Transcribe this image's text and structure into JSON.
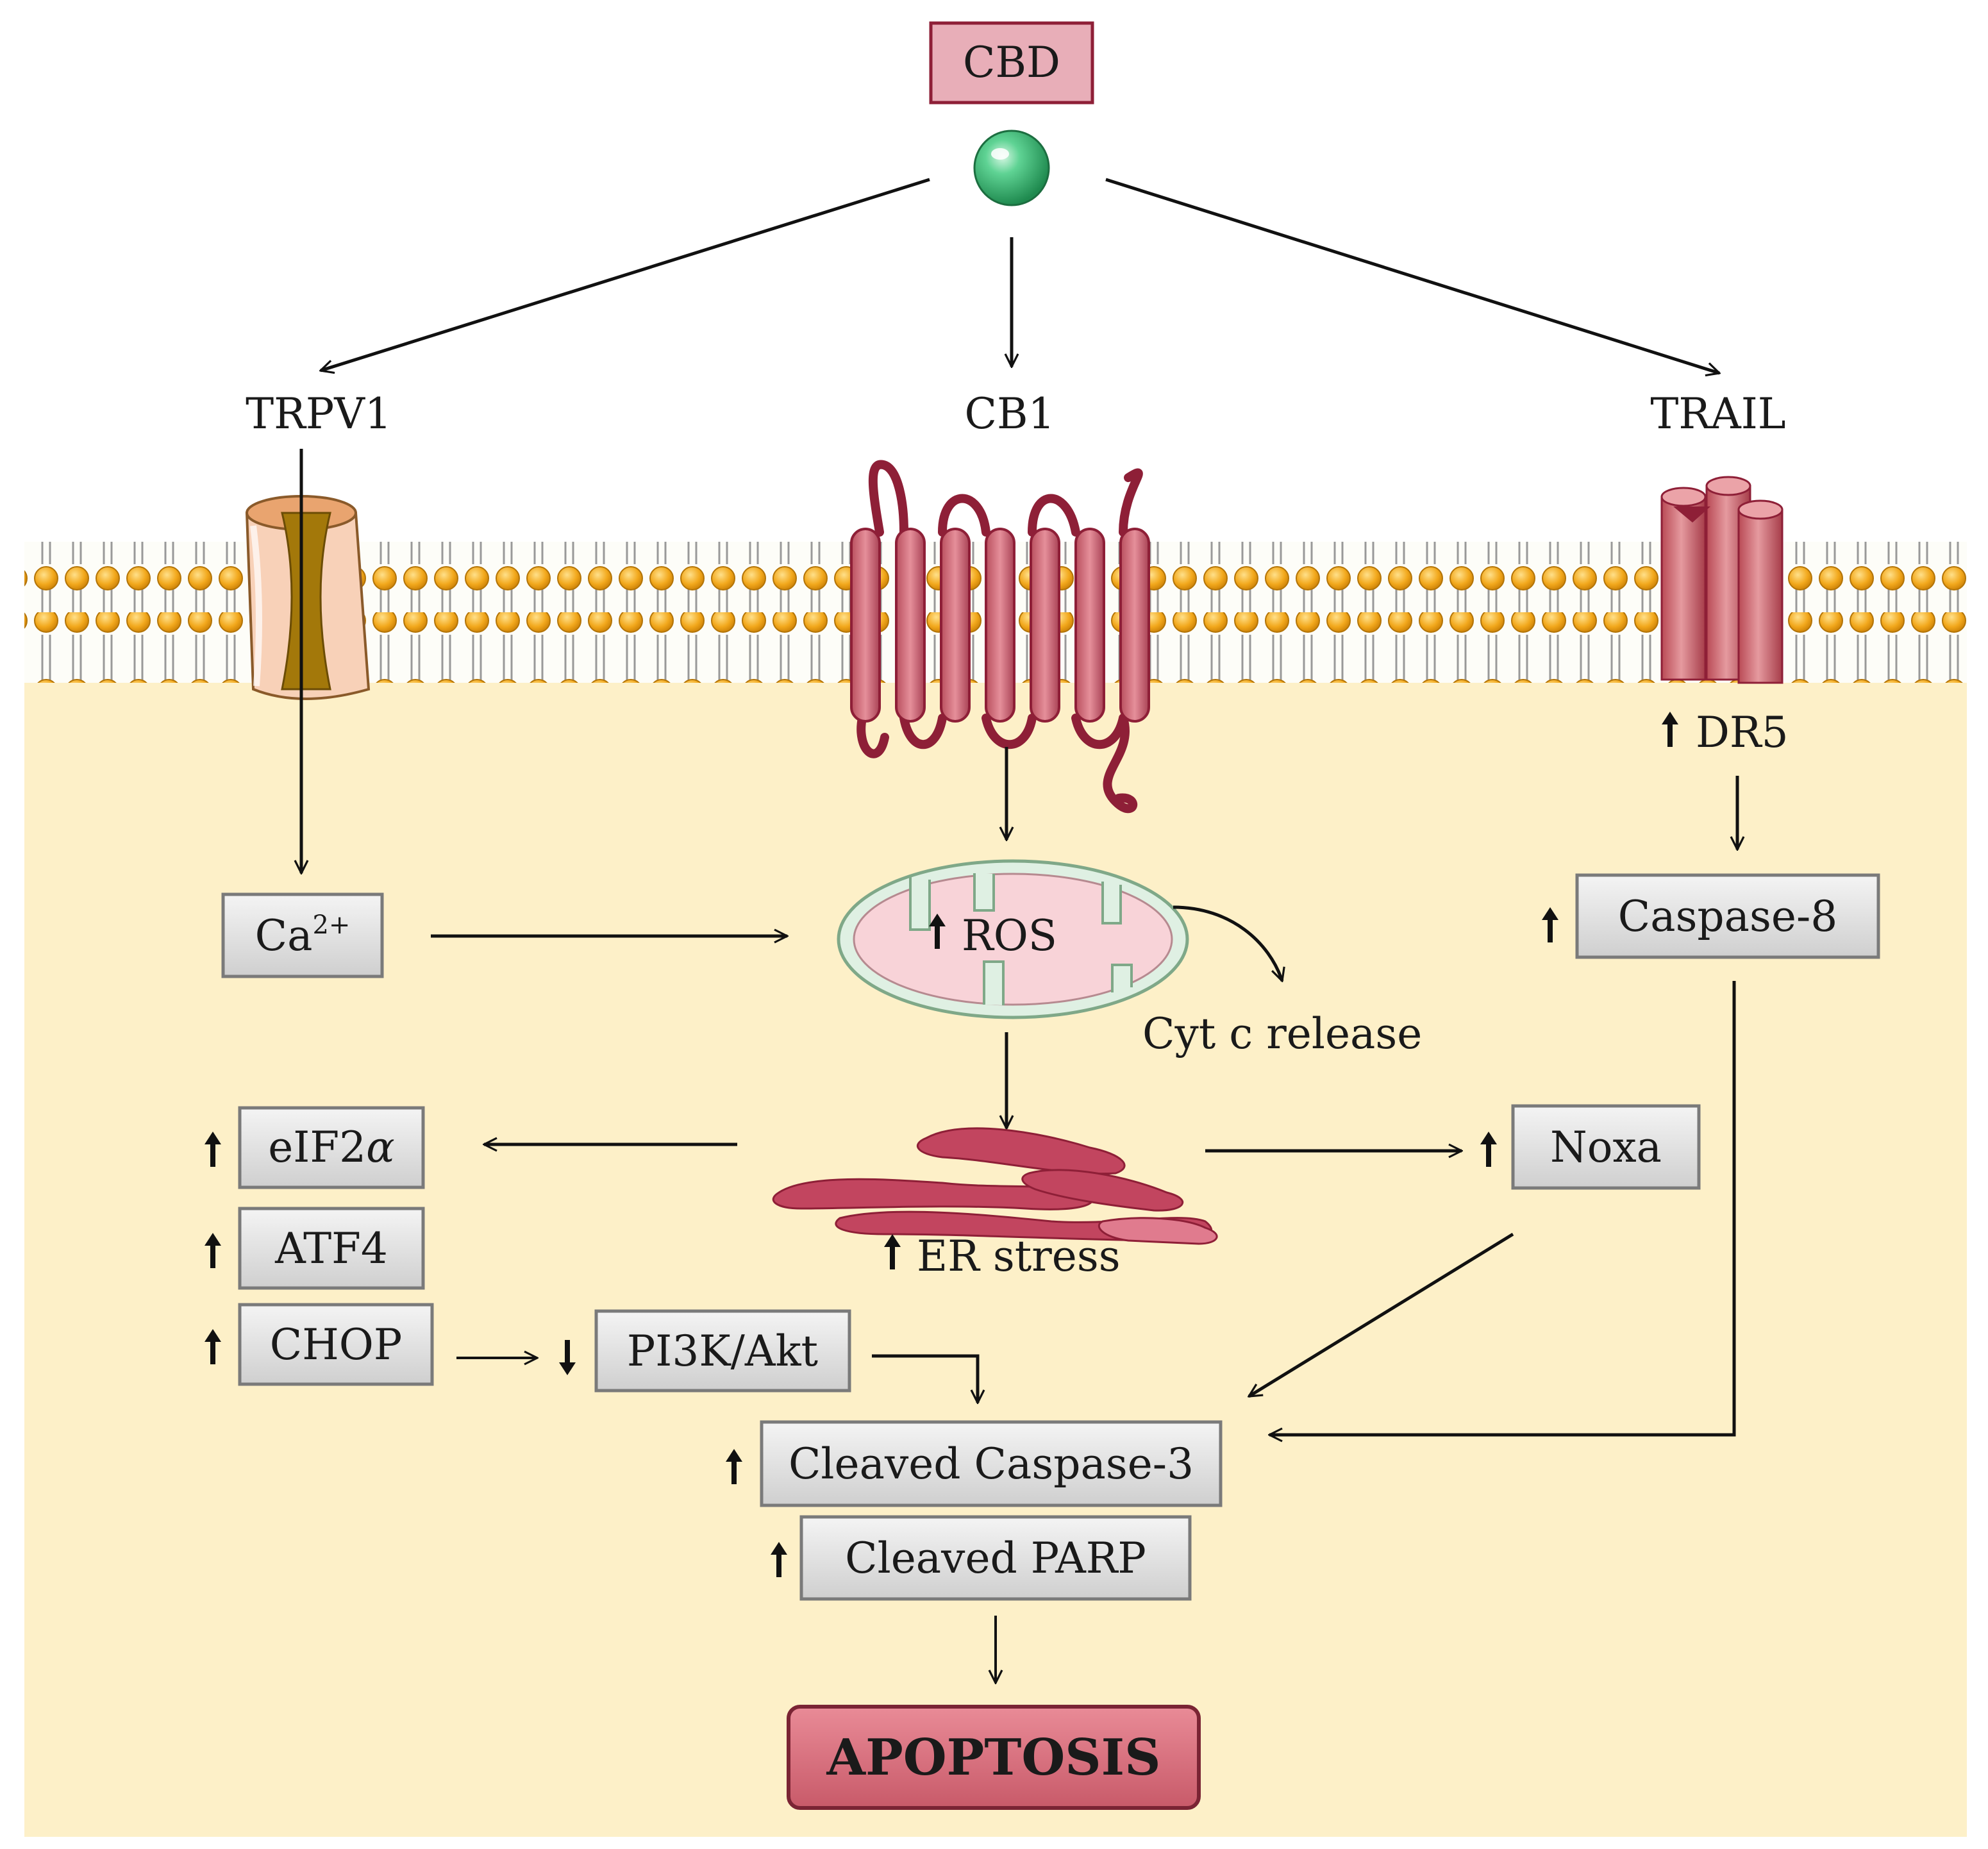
{
  "colors": {
    "cytoplasm": "#fdf0c8",
    "lipid_head": "#f2a81c",
    "receptor": "#cf6f79",
    "receptor_dark": "#8e1f37",
    "box_fill": "#dddddd",
    "cbd_fill": "#e8aeb8",
    "apoptosis_fill": "#d9707e",
    "ligand": "#3cbf78"
  },
  "labels": {
    "cbd": "CBD",
    "trpv1": "TRPV1",
    "cb1": "CB1",
    "trail": "TRAIL",
    "dr5": "DR5",
    "ca_base": "Ca",
    "ca_sup": "2+",
    "ros": "ROS",
    "caspase8": "Caspase-8",
    "cytc": "Cyt c release",
    "eif2a_base": "eIF2",
    "eif2a_greek": "α",
    "atf4": "ATF4",
    "chop": "CHOP",
    "pi3k": "PI3K/Akt",
    "er_stress": "ER stress",
    "noxa": "Noxa",
    "cleaved_casp3": "Cleaved Caspase-3",
    "cleaved_parp": "Cleaved PARP",
    "apoptosis": "APOPTOSIS"
  },
  "icons": {
    "up": "up-arrow-icon",
    "down": "down-arrow-icon"
  }
}
